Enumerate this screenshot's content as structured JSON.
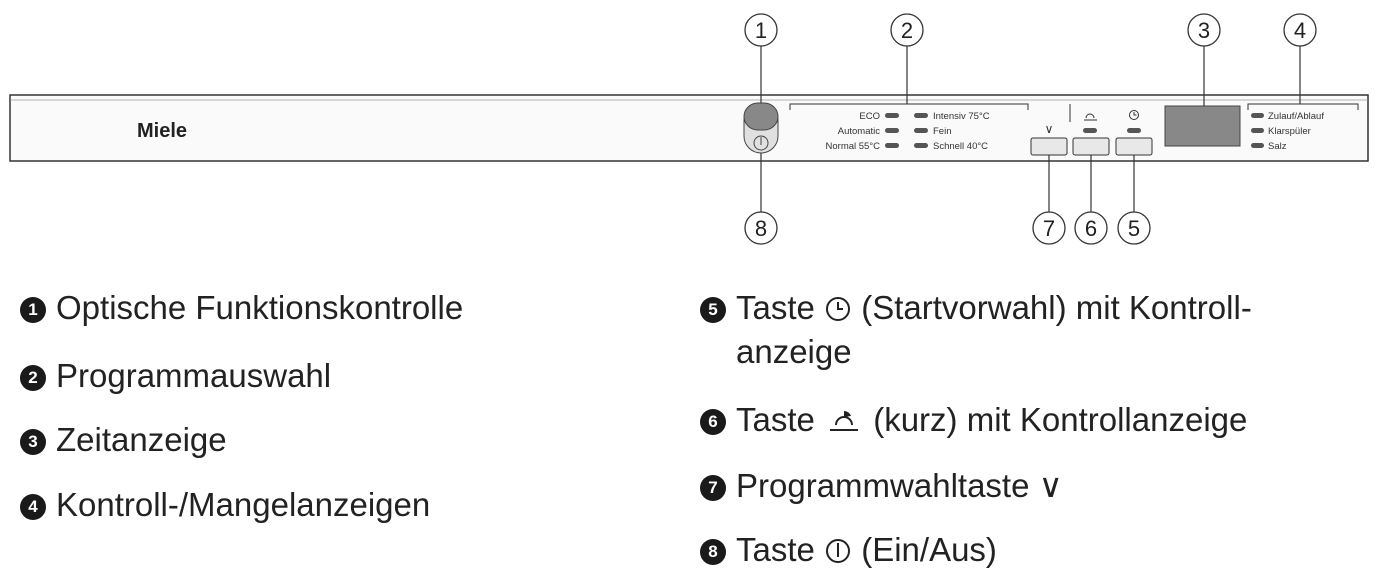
{
  "panel": {
    "brand": "Miele",
    "programs_left": [
      "ECO",
      "Automatic",
      "Normal 55°C"
    ],
    "programs_right": [
      "Intensiv 75°C",
      "Fein",
      "Schnell 40°C"
    ],
    "select_button_symbol": "∨",
    "indicators": [
      "Zulauf/Ablauf",
      "Klarspüler",
      "Salz"
    ]
  },
  "callouts": [
    "1",
    "2",
    "3",
    "4",
    "5",
    "6",
    "7",
    "8"
  ],
  "legend_left": [
    {
      "num": "1",
      "text": "Optische Funktionskontrolle"
    },
    {
      "num": "2",
      "text": "Programmauswahl"
    },
    {
      "num": "3",
      "text": "Zeitanzeige"
    },
    {
      "num": "4",
      "text": "Kontroll-/Mangelanzeigen"
    }
  ],
  "legend_right": [
    {
      "num": "5",
      "pre": "Taste",
      "icon": "clock-icon",
      "text": "(Startvorwahl) mit Kontroll-",
      "text2": "anzeige"
    },
    {
      "num": "6",
      "pre": "Taste",
      "icon": "short-program-icon",
      "text": "(kurz) mit Kontrollanzeige"
    },
    {
      "num": "7",
      "pre": "",
      "icon": "",
      "text": "Programmwahltaste ∨"
    },
    {
      "num": "8",
      "pre": "Taste",
      "icon": "power-icon",
      "text": "(Ein/Aus)"
    }
  ],
  "colors": {
    "line": "#333333",
    "panel_fill": "#fafafa",
    "button_fill": "#e8e8e8",
    "indicator": "#555555"
  }
}
